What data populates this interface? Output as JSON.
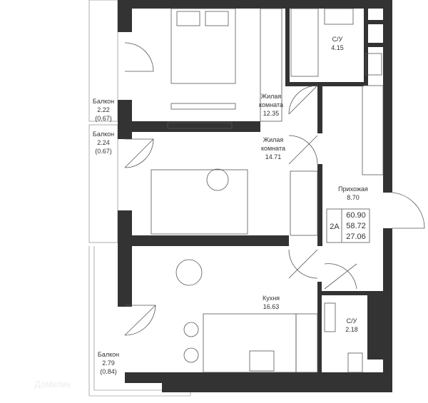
{
  "rooms": {
    "balcony1": {
      "name": "Балкон",
      "area": "2.22",
      "coef": "(0.67)"
    },
    "balcony2": {
      "name": "Балкон",
      "area": "2.24",
      "coef": "(0.67)"
    },
    "balcony3": {
      "name": "Балкон",
      "area": "2.79",
      "coef": "(0.84)"
    },
    "bedroom": {
      "name1": "Жилая",
      "name2": "комната",
      "area": "12.35"
    },
    "living": {
      "name1": "Жилая",
      "name2": "комната",
      "area": "14.71"
    },
    "bath1": {
      "name": "С/У",
      "area": "4.15"
    },
    "hall": {
      "name": "Прихожая",
      "area": "8.70"
    },
    "kitchen": {
      "name": "Кухня",
      "area": "16.63"
    },
    "bath2": {
      "name": "С/У",
      "area": "2.18"
    }
  },
  "summary": {
    "type": "2А",
    "total": "60.90",
    "living_total": "58.72",
    "living": "27.06"
  },
  "watermark": "Домклик",
  "colors": {
    "wall": "#333333",
    "line": "#555555"
  }
}
